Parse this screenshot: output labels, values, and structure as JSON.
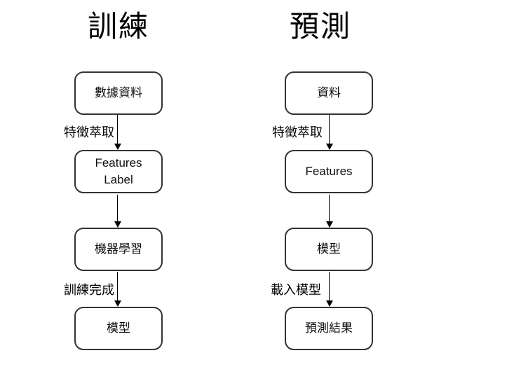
{
  "diagram": {
    "columns": [
      {
        "title": "訓練",
        "nodes": [
          {
            "lines": [
              "數據資料"
            ]
          },
          {
            "lines": [
              "Features",
              "Label"
            ]
          },
          {
            "lines": [
              "機器學習"
            ]
          },
          {
            "lines": [
              "模型"
            ]
          }
        ],
        "edges": [
          {
            "label": "特徵萃取"
          },
          {
            "label": ""
          },
          {
            "label": "訓練完成"
          }
        ]
      },
      {
        "title": "預測",
        "nodes": [
          {
            "lines": [
              "資料"
            ]
          },
          {
            "lines": [
              "Features"
            ]
          },
          {
            "lines": [
              "模型"
            ]
          },
          {
            "lines": [
              "預測結果"
            ]
          }
        ],
        "edges": [
          {
            "label": "特徵萃取"
          },
          {
            "label": ""
          },
          {
            "label": "載入模型"
          }
        ]
      }
    ]
  },
  "colors": {
    "background": "#ffffff",
    "node_border": "#333333",
    "text": "#000000"
  }
}
